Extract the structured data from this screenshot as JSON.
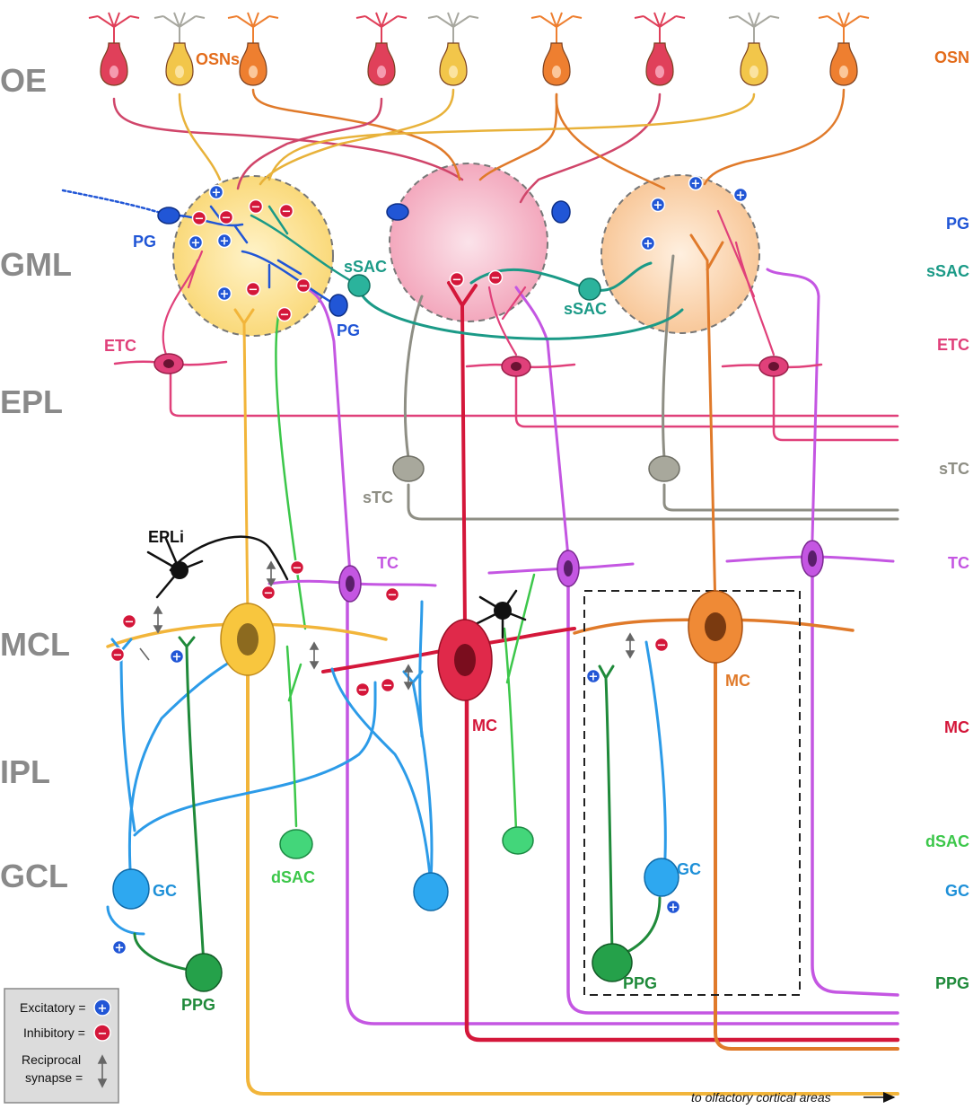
{
  "layers": [
    "OE",
    "GML",
    "EPL",
    "MCL",
    "IPL",
    "GCL"
  ],
  "right_labels": [
    {
      "text": "OSN",
      "color": "#e36c1b"
    },
    {
      "text": "PG",
      "color": "#2156d6"
    },
    {
      "text": "sSAC",
      "color": "#1b9a87"
    },
    {
      "text": "ETC",
      "color": "#e0407a"
    },
    {
      "text": "sTC",
      "color": "#8e8e84"
    },
    {
      "text": "TC",
      "color": "#c456e2"
    },
    {
      "text": "MC",
      "color": "#d4173a"
    },
    {
      "text": "dSAC",
      "color": "#3cc74a"
    },
    {
      "text": "GC",
      "color": "#1e90d8"
    },
    {
      "text": "PPG",
      "color": "#1f8a3a"
    }
  ],
  "cell_labels": {
    "osns": "OSNs",
    "pg_left": "PG",
    "pg_mid": "PG",
    "ssac_left": "sSAC",
    "ssac_mid": "sSAC",
    "etc": "ETC",
    "stc": "sTC",
    "epli": "EPLi",
    "tc": "TC",
    "mc_center": "MC",
    "mc_right": "MC",
    "gc_left": "GC",
    "gc_right": "GC",
    "dsac": "dSAC",
    "ppg_left": "PPG",
    "ppg_right": "PPG"
  },
  "legend": {
    "excitatory": "Excitatory =",
    "inhibitory": "Inhibitory =",
    "reciprocal_line1": "Reciprocal",
    "reciprocal_line2": "synapse ="
  },
  "footer": "to olfactory cortical areas",
  "signs": {
    "plus": "+",
    "minus": "−"
  },
  "colors": {
    "yellow_mc": "#f2b53a",
    "red_mc": "#d4173a",
    "orange_mc": "#e07a2a",
    "tc": "#c456e2",
    "etc": "#e0407a",
    "stc": "#8e8e84",
    "pg": "#2156d6",
    "ssac": "#1b9a87",
    "gc": "#2c9be8",
    "ppg": "#1f8a3a",
    "dsac": "#3cc74a",
    "excitatory": "#2156d6",
    "inhibitory": "#d4173a"
  }
}
